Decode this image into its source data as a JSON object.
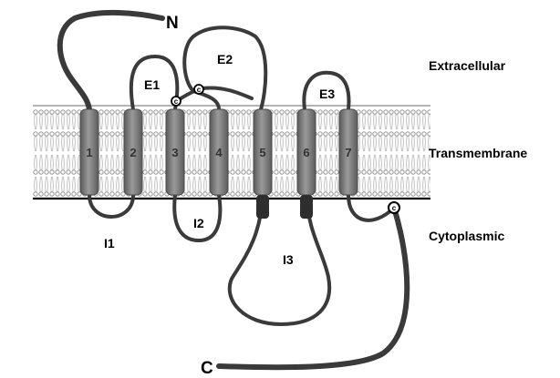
{
  "regions": {
    "extracellular": "Extracellular",
    "transmembrane": "Transmembrane",
    "cytoplasmic": "Cytoplasmic"
  },
  "termini": {
    "n": "N",
    "c": "C"
  },
  "helices": [
    "1",
    "2",
    "3",
    "4",
    "5",
    "6",
    "7"
  ],
  "extracellular_loops": [
    "E1",
    "E2",
    "E3"
  ],
  "intracellular_loops": [
    "I1",
    "I2",
    "I3"
  ],
  "disulfide_markers": [
    "c",
    "c"
  ],
  "palmitoyl_marker": "c",
  "colors": {
    "chain": "#3a3a3a",
    "helix": "#7a7a7a",
    "membrane_line": "#000000",
    "lipid": "#8a8a8a"
  }
}
